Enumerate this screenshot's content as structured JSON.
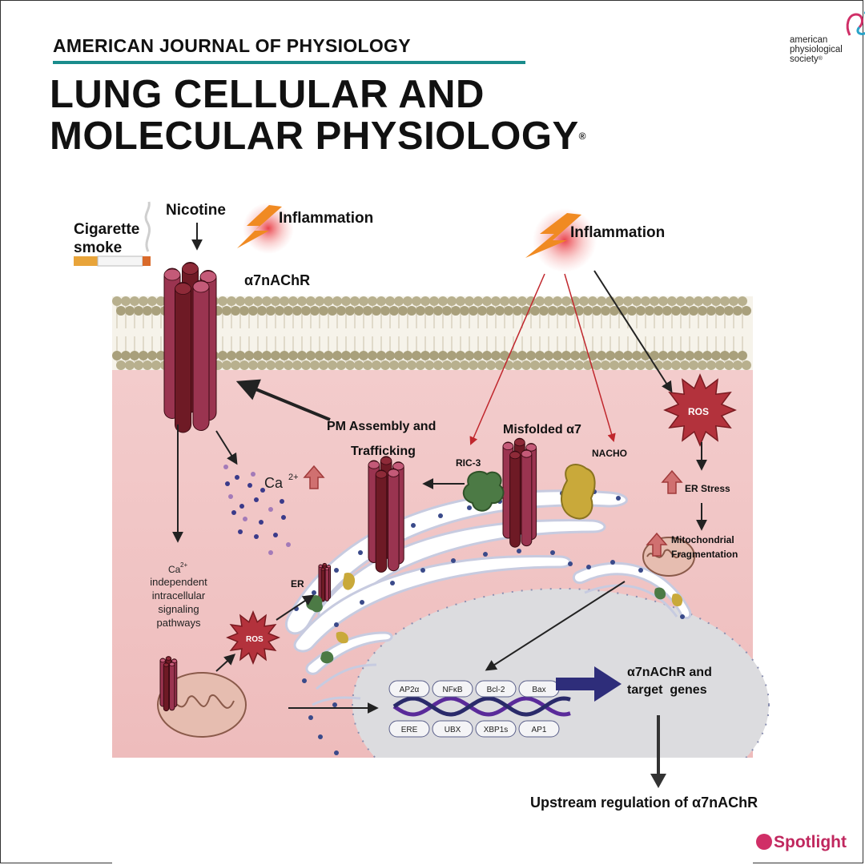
{
  "header": {
    "journal_name": "AMERICAN JOURNAL OF PHYSIOLOGY",
    "journal_title_line1": "LUNG CELLULAR AND",
    "journal_title_line2": "MOLECULAR PHYSIOLOGY",
    "registered": "®"
  },
  "publisher": {
    "line1": "american",
    "line2": "physiological",
    "line3": "society",
    "mark": "®"
  },
  "diagram": {
    "cigarette_line1": "Cigarette",
    "cigarette_line2": "smoke",
    "nicotine": "Nicotine",
    "inflammation_left": "Inflammation",
    "inflammation_right": "Inflammation",
    "receptor": "α7nAChR",
    "pm_assembly_line1": "PM Assembly and",
    "pm_assembly_line2": "Trafficking",
    "misfolded": "Misfolded α7",
    "ric3": "RIC-3",
    "nacho": "NACHO",
    "ca_label": "Ca",
    "ca_sup": "2+",
    "ros_right": "ROS",
    "ros_left": "ROS",
    "er_stress": "ER Stress",
    "mito_frag_line1": "Mitochondrial",
    "mito_frag_line2": "Fragmentation",
    "ca_independent_ca": "Ca",
    "ca_independent_sup": "2+",
    "ca_independent_lines": [
      "independent",
      "intracellular",
      "signaling",
      "pathways"
    ],
    "er_label": "ER",
    "tf_top": [
      "AP2α",
      "NFκB",
      "Bcl-2",
      "Bax"
    ],
    "tf_bottom": [
      "ERE",
      "UBX",
      "XBP1s",
      "AP1"
    ],
    "target_line1": "α7nAChR and",
    "target_line2": "target  genes",
    "upstream": "Upstream regulation of α7nAChR"
  },
  "footer": {
    "spotlight": "Spotlight"
  },
  "colors": {
    "teal_rule": "#1a8c8c",
    "receptor_dark": "#6e1a25",
    "receptor_mid": "#9a3450",
    "cytoplasm": "#f1c9c9",
    "nucleus": "#dcdcdf",
    "spotlight": "#c0275e"
  }
}
